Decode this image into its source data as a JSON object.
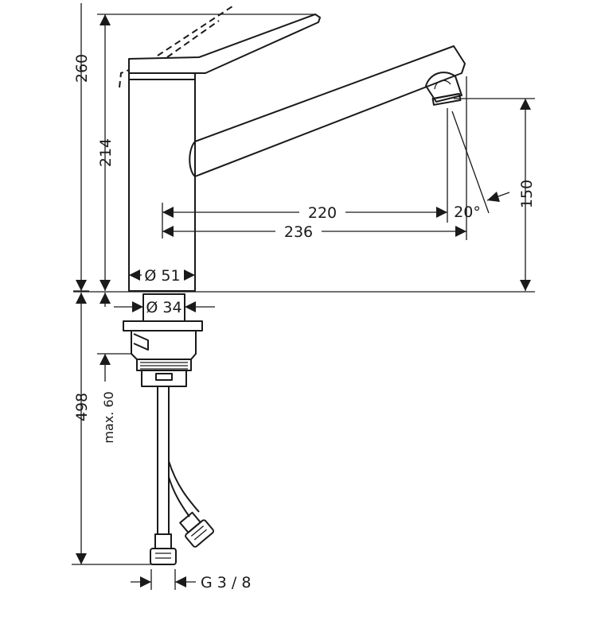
{
  "dimensions": {
    "total_height": "260",
    "body_height": "214",
    "reach_inner": "220",
    "reach_outer": "236",
    "spout_height": "150",
    "spray_angle": "20°",
    "body_diameter": "Ø 51",
    "shank_diameter": "Ø 34",
    "below_counter": "498",
    "max_counter_thickness": "max. 60",
    "connection_thread": "G 3 / 8"
  },
  "colors": {
    "line": "#1a1a1a",
    "background": "#ffffff"
  }
}
